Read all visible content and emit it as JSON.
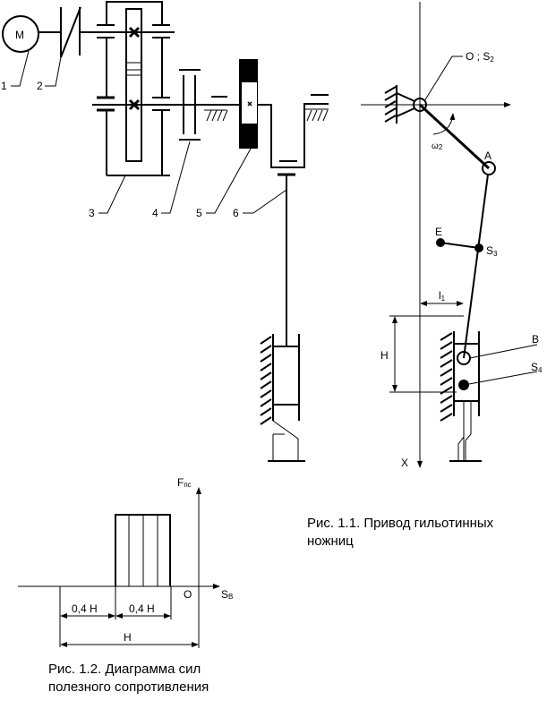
{
  "drive_scheme": {
    "motor_label": "M",
    "part_numbers": [
      "1",
      "2",
      "3",
      "4",
      "5",
      "6"
    ]
  },
  "mechanism": {
    "pivot": {
      "main": "O ; S",
      "sub": "2"
    },
    "omega": {
      "main": "ω",
      "sub": "2"
    },
    "point_a": "A",
    "point_e": "E",
    "point_s3": {
      "main": "S",
      "sub": "3"
    },
    "point_b": "B",
    "point_s4": {
      "main": "S",
      "sub": "4"
    },
    "dim_l1": {
      "main": "l",
      "sub": "1"
    },
    "dim_h": "H",
    "axis_x": "X"
  },
  "force_diagram": {
    "y_axis": {
      "main": "F",
      "sub": "пс"
    },
    "x_axis": {
      "main": "S",
      "sub": "B"
    },
    "origin": "O",
    "dim_1": "0,4 H",
    "dim_2": "0,4 H",
    "dim_total": "H"
  },
  "captions": {
    "fig_1_1_line1": "Рис. 1.1. Привод гильотинных",
    "fig_1_1_line2": "ножниц",
    "fig_1_2_line1": "Рис. 1.2. Диаграмма сил",
    "fig_1_2_line2": "полезного сопротивления"
  }
}
